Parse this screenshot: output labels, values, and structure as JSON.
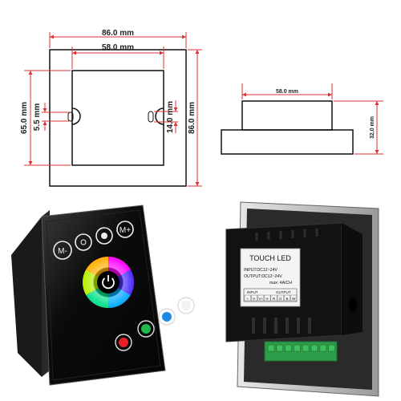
{
  "dims": {
    "front_width_outer": "86.0 mm",
    "front_width_inner": "58.0 mm",
    "front_height_outer": "86.0 mm",
    "front_height_inner": "65.0 mm",
    "front_slot_left": "5.5 mm",
    "front_slot_right": "14.0 mm",
    "side_width": "58.0 mm",
    "side_depth": "32.0 mm"
  },
  "label": {
    "title": "TOUCH LED",
    "input": "INPUT:DC12~24V",
    "output": "OUTPUT:DC12~24V",
    "max": "max: 4A/CH",
    "terminal_input": "INPUT",
    "terminal_output": "OUTPUT",
    "pins": [
      "+",
      "V-",
      "V+",
      "V-",
      "R",
      "G",
      "B",
      "W"
    ]
  },
  "buttons": [
    "M-",
    "brightness-down",
    "brightness-up",
    "M+"
  ],
  "colors": {
    "dim_red": "#d33333",
    "panel_black": "#0b0b0b",
    "btn_red": "#e8202a",
    "btn_green": "#1fb84a",
    "btn_blue": "#1e88e5",
    "btn_white": "#f2f2f2",
    "terminal_green": "#2e9d4a"
  }
}
